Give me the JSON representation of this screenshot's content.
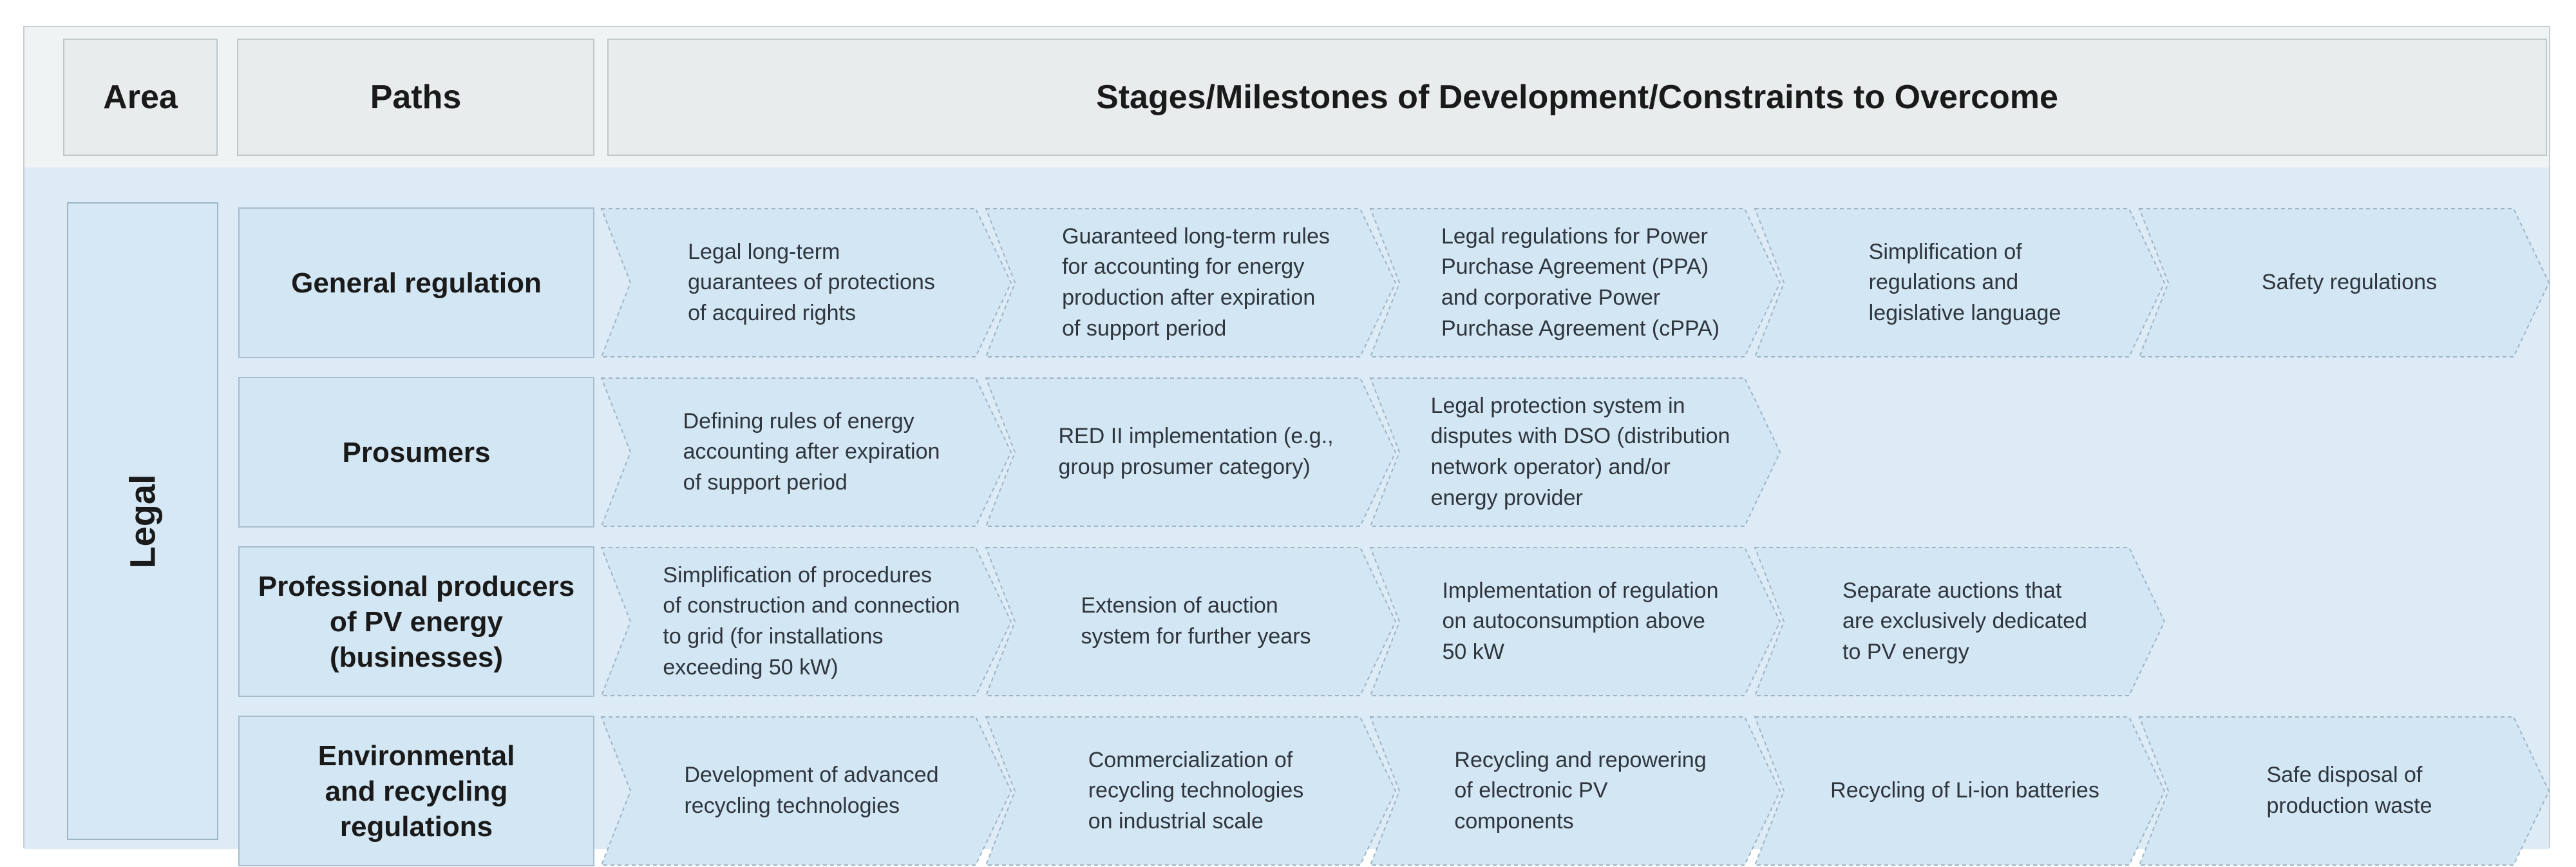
{
  "header": {
    "area": "Area",
    "paths": "Paths",
    "stages": "Stages/Milestones of Development/Constraints to Overcome"
  },
  "area_label": "Legal",
  "colors": {
    "band_background": "#dcebf6",
    "cell_fill": "#d3e6f3",
    "header_fill": "#e8eced",
    "arrow_outline": "#9cb4c6",
    "text_dark": "#1a1a1a"
  },
  "rows": [
    {
      "path": "General regulation",
      "stages": [
        "Legal long-term\nguarantees of protections\nof acquired rights",
        "Guaranteed long-term rules\nfor accounting for energy\nproduction after expiration\nof support period",
        "Legal regulations for Power\nPurchase Agreement (PPA)\nand corporative Power\nPurchase Agreement (cPPA)",
        "Simplification of\nregulations and\nlegislative language",
        "Safety regulations"
      ]
    },
    {
      "path": "Prosumers",
      "stages": [
        "Defining rules of energy\naccounting after expiration\nof support period",
        "RED II implementation (e.g.,\ngroup prosumer category)",
        "Legal protection system in\ndisputes with DSO (distribution\nnetwork operator) and/or\nenergy provider"
      ]
    },
    {
      "path": "Professional producers\nof PV energy\n(businesses)",
      "stages": [
        "Simplification of procedures\nof construction and connection\nto grid (for installations\nexceeding 50 kW)",
        "Extension of auction\nsystem for further years",
        "Implementation of regulation\non autoconsumption above\n50 kW",
        "Separate auctions that\nare exclusively dedicated\nto PV energy"
      ]
    },
    {
      "path": "Environmental\nand recycling\nregulations",
      "stages": [
        "Development of advanced\nrecycling technologies",
        "Commercialization of\nrecycling technologies\non industrial scale",
        "Recycling and repowering\nof electronic PV\ncomponents",
        "Recycling of Li-ion batteries",
        "Safe disposal of\nproduction waste"
      ]
    }
  ]
}
